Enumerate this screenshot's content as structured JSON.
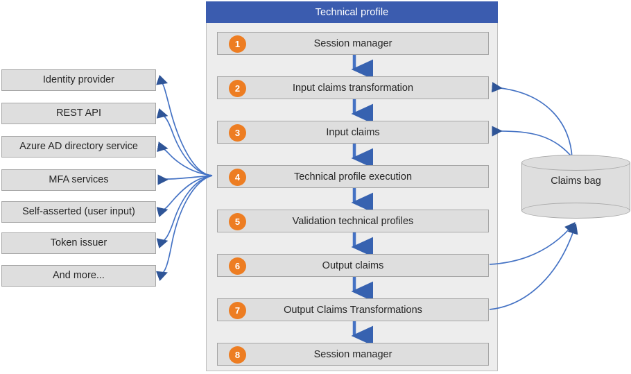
{
  "diagram": {
    "title": "Technical profile",
    "panel_header_color": "#3B5CAF",
    "badge_color": "#ED7D22",
    "arrow_color": "#4472C4",
    "box_fill": "#DEDEDE",
    "panel_fill": "#EDEDED"
  },
  "sources": {
    "items": [
      {
        "label": "Identity provider"
      },
      {
        "label": "REST API"
      },
      {
        "label": "Azure AD directory service"
      },
      {
        "label": "MFA services"
      },
      {
        "label": "Self-asserted (user input)"
      },
      {
        "label": "Token issuer"
      },
      {
        "label": "And more..."
      }
    ]
  },
  "steps": {
    "items": [
      {
        "number": "1",
        "label": "Session manager"
      },
      {
        "number": "2",
        "label": "Input claims transformation"
      },
      {
        "number": "3",
        "label": "Input claims"
      },
      {
        "number": "4",
        "label": "Technical profile execution"
      },
      {
        "number": "5",
        "label": "Validation technical profiles"
      },
      {
        "number": "6",
        "label": "Output claims"
      },
      {
        "number": "7",
        "label": "Output Claims Transformations"
      },
      {
        "number": "8",
        "label": "Session manager"
      }
    ]
  },
  "store": {
    "label": "Claims bag"
  }
}
